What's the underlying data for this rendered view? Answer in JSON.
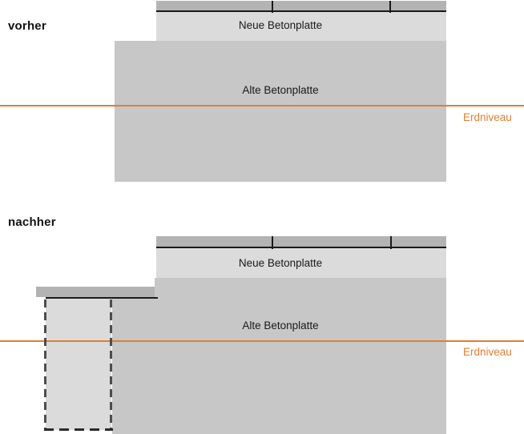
{
  "colors": {
    "slab_top_bar": "#b3b3b3",
    "neue_fill": "#dbdbdb",
    "alte_fill": "#c7c7c7",
    "foundation_fill": "#dbdbdb",
    "erdniveau_line": "#e07e2f",
    "outline": "#1a1a1a",
    "dashed_outline": "#4d4d4d",
    "background": "#ffffff"
  },
  "vorher": {
    "section_label": "vorher",
    "neue_betonplatte_label": "Neue Betonplatte",
    "alte_betonplatte_label": "Alte Betonplatte",
    "erdniveau_label": "Erdniveau"
  },
  "nachher": {
    "section_label": "nachher",
    "neue_betonplatte_label": "Neue Betonplatte",
    "alte_betonplatte_label": "Alte Betonplatte",
    "erdniveau_label": "Erdniveau"
  }
}
